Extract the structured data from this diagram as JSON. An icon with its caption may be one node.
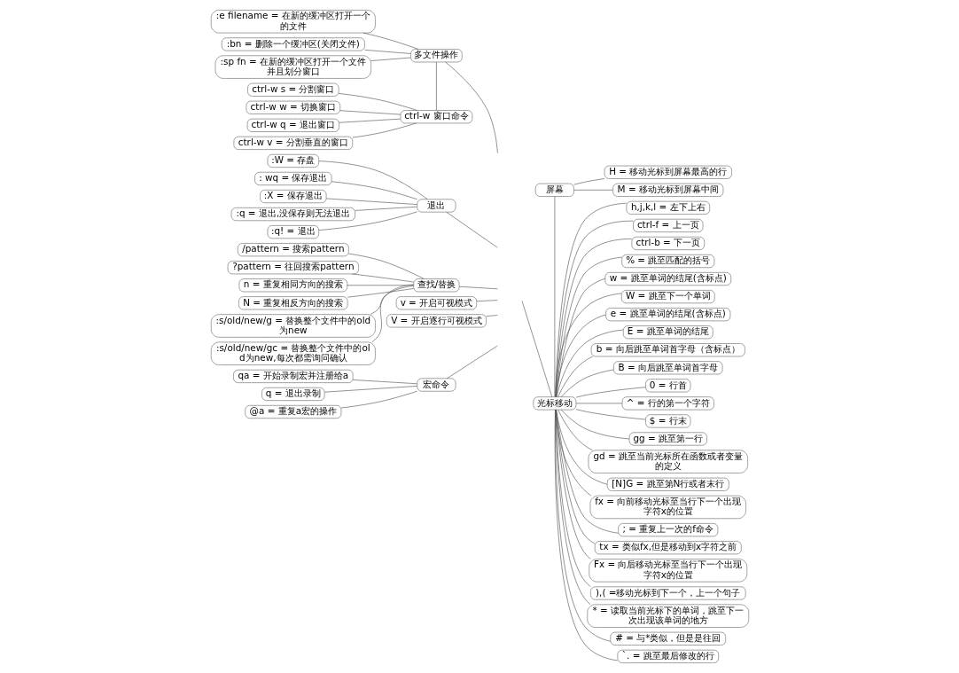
{
  "diagram": {
    "nodes": [
      {
        "text": [
          "宏命令"
        ]
      },
      {
        "text": [
          "qa = 开始录制宏并注册给a"
        ]
      },
      {
        "text": [
          "q = 退出录制"
        ]
      },
      {
        "text": [
          "@a = 重复a宏的操作"
        ]
      },
      {
        "text": [
          "多文件操作"
        ]
      },
      {
        "text": [
          ":e filename = 在新的缓冲区打开一个的文件"
        ]
      },
      {
        "text": [
          ":bn = 删除一个缓冲区(关闭文件)"
        ]
      },
      {
        "text": [
          ":sp fn = 在新的缓冲区打开一个文件并且划分窗口"
        ]
      },
      {
        "text": [
          "ctrl-w 窗口命令"
        ]
      },
      {
        "text": [
          "ctrl-w s = 分割窗口"
        ]
      },
      {
        "text": [
          "ctrl-w w = 切换窗口"
        ]
      },
      {
        "text": [
          "ctrl-w q = 退出窗口"
        ]
      },
      {
        "text": [
          "ctrl-w v = 分割垂直的窗口"
        ]
      },
      {
        "text": [
          "退出"
        ]
      },
      {
        "text": [
          ":W = 存盘"
        ]
      },
      {
        "text": [
          ": wq = 保存退出"
        ]
      },
      {
        "text": [
          ":X = 保存退出"
        ]
      },
      {
        "text": [
          ":q = 退出,没保存则无法退出"
        ]
      },
      {
        "text": [
          ":q! = 退出"
        ]
      },
      {
        "text": [
          "查找/替换"
        ]
      },
      {
        "text": [
          "/pattern = 搜索pattern"
        ]
      },
      {
        "text": [
          "?pattern = 往回搜索pattern"
        ]
      },
      {
        "text": [
          "n = 重复相同方向的搜索"
        ]
      },
      {
        "text": [
          "N = 重复相反方向的搜索"
        ]
      },
      {
        "text": [
          ":s/old/new/g = 替换整个文件中的old为new"
        ]
      },
      {
        "text": [
          ":s/old/new/gc = 替换整个文件中的old为new,每次都需询问确认"
        ]
      },
      {
        "text": [
          "v = 开启可视模式"
        ]
      },
      {
        "text": [
          "V = 开启逐行可视模式"
        ]
      },
      {
        "text": [
          "光标移动"
        ]
      },
      {
        "text": [
          "h,j,k,l = 左下上右"
        ]
      },
      {
        "text": [
          "ctrl-f = 上一页"
        ]
      },
      {
        "text": [
          "ctrl-b = 下一页"
        ]
      },
      {
        "text": [
          "% = 跳至匹配的括号"
        ]
      },
      {
        "text": [
          "w = 跳至单词的结尾(含标点)"
        ]
      },
      {
        "text": [
          "W = 跳至下一个单词"
        ]
      },
      {
        "text": [
          "e = 跳至单词的结尾(含标点)"
        ]
      },
      {
        "text": [
          "E = 跳至单词的结尾"
        ]
      },
      {
        "text": [
          "b = 向后跳至单词首字母（含标点）"
        ]
      },
      {
        "text": [
          "B = 向后跳至单词首字母"
        ]
      },
      {
        "text": [
          "0 = 行首"
        ]
      },
      {
        "text": [
          "^ = 行的第一个字符"
        ]
      },
      {
        "text": [
          "$ = 行末"
        ]
      },
      {
        "text": [
          "gg = 跳至第一行"
        ]
      },
      {
        "text": [
          "gd = 跳至当前光标所在函数或者变量的定义"
        ]
      },
      {
        "text": [
          "[N]G = 跳至第N行或者末行"
        ]
      },
      {
        "text": [
          "fx = 向前移动光标至当行下一个出现字符x的位置"
        ]
      },
      {
        "text": [
          "; = 重复上一次的f命令"
        ]
      },
      {
        "text": [
          "tx = 类似fx,但是移动到x字符之前"
        ]
      },
      {
        "text": [
          "Fx = 向后移动光标至当行下一个出现字符x的位置"
        ]
      },
      {
        "text": [
          "),( =移动光标到下一个，上一个句子"
        ]
      },
      {
        "text": [
          "* = 读取当前光标下的单词，跳至下一次出现该单词的地方"
        ]
      },
      {
        "text": [
          "# = 与*类似，但是是往回"
        ]
      },
      {
        "text": [
          "`. = 跳至最后修改的行"
        ]
      },
      {
        "text": [
          "屏幕"
        ]
      },
      {
        "text": [
          "H = 移动光标到屏幕最高的行"
        ]
      },
      {
        "text": [
          "M = 移动光标到屏幕中间"
        ]
      }
    ],
    "edges": [
      {
        "from": null,
        "to": 0,
        "arrow": "none"
      },
      {
        "from": 0,
        "to": 1,
        "arrow": "none"
      },
      {
        "from": 0,
        "to": 2,
        "arrow": "none"
      },
      {
        "from": 0,
        "to": 3,
        "arrow": "none"
      },
      {
        "from": null,
        "to": 4,
        "arrow": "none"
      },
      {
        "from": 4,
        "to": 5,
        "arrow": "none"
      },
      {
        "from": 4,
        "to": 6,
        "arrow": "none"
      },
      {
        "from": 4,
        "to": 7,
        "arrow": "none"
      },
      {
        "from": 4,
        "to": 8,
        "arrow": "none"
      },
      {
        "from": 8,
        "to": 9,
        "arrow": "none"
      },
      {
        "from": 8,
        "to": 10,
        "arrow": "none"
      },
      {
        "from": 8,
        "to": 11,
        "arrow": "none"
      },
      {
        "from": 8,
        "to": 12,
        "arrow": "none"
      },
      {
        "from": null,
        "to": 13,
        "arrow": "none"
      },
      {
        "from": 13,
        "to": 14,
        "arrow": "none"
      },
      {
        "from": 13,
        "to": 15,
        "arrow": "none"
      },
      {
        "from": 13,
        "to": 16,
        "arrow": "none"
      },
      {
        "from": 13,
        "to": 17,
        "arrow": "none"
      },
      {
        "from": 13,
        "to": 18,
        "arrow": "none"
      },
      {
        "from": null,
        "to": 19,
        "arrow": "none"
      },
      {
        "from": 19,
        "to": 20,
        "arrow": "none"
      },
      {
        "from": 19,
        "to": 21,
        "arrow": "none"
      },
      {
        "from": 19,
        "to": 22,
        "arrow": "none"
      },
      {
        "from": 19,
        "to": 23,
        "arrow": "none"
      },
      {
        "from": 19,
        "to": 24,
        "arrow": "none"
      },
      {
        "from": 19,
        "to": 25,
        "arrow": "none"
      },
      {
        "from": null,
        "to": 26,
        "arrow": "none"
      },
      {
        "from": null,
        "to": 27,
        "arrow": "none"
      },
      {
        "from": null,
        "to": 28,
        "arrow": "none"
      },
      {
        "from": 28,
        "to": 29,
        "arrow": "none"
      },
      {
        "from": 28,
        "to": 30,
        "arrow": "none"
      },
      {
        "from": 28,
        "to": 31,
        "arrow": "none"
      },
      {
        "from": 28,
        "to": 32,
        "arrow": "none"
      },
      {
        "from": 28,
        "to": 33,
        "arrow": "none"
      },
      {
        "from": 28,
        "to": 34,
        "arrow": "none"
      },
      {
        "from": 28,
        "to": 35,
        "arrow": "none"
      },
      {
        "from": 28,
        "to": 36,
        "arrow": "none"
      },
      {
        "from": 28,
        "to": 37,
        "arrow": "none"
      },
      {
        "from": 28,
        "to": 38,
        "arrow": "none"
      },
      {
        "from": 28,
        "to": 39,
        "arrow": "none"
      },
      {
        "from": 28,
        "to": 40,
        "arrow": "none"
      },
      {
        "from": 28,
        "to": 41,
        "arrow": "none"
      },
      {
        "from": 28,
        "to": 42,
        "arrow": "none"
      },
      {
        "from": 28,
        "to": 43,
        "arrow": "none"
      },
      {
        "from": 28,
        "to": 44,
        "arrow": "none"
      },
      {
        "from": 28,
        "to": 45,
        "arrow": "none"
      },
      {
        "from": 28,
        "to": 46,
        "arrow": "none"
      },
      {
        "from": 28,
        "to": 47,
        "arrow": "none"
      },
      {
        "from": 28,
        "to": 48,
        "arrow": "none"
      },
      {
        "from": 28,
        "to": 49,
        "arrow": "none"
      },
      {
        "from": 28,
        "to": 50,
        "arrow": "none"
      },
      {
        "from": 28,
        "to": 51,
        "arrow": "none"
      },
      {
        "from": 28,
        "to": 52,
        "arrow": "none"
      },
      {
        "from": 28,
        "to": 53,
        "arrow": "none"
      },
      {
        "from": 53,
        "to": 54,
        "arrow": "none"
      },
      {
        "from": 53,
        "to": 55,
        "arrow": "none"
      }
    ]
  }
}
